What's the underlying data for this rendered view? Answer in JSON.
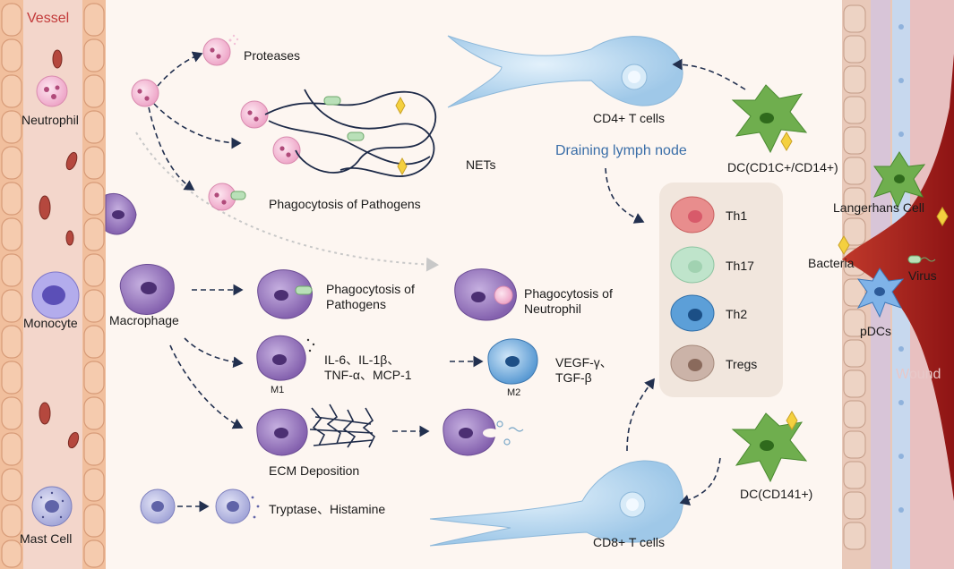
{
  "labels": {
    "vessel": "Vessel",
    "neutrophil": "Neutrophil",
    "monocyte": "Monocyte",
    "mast_cell": "Mast Cell",
    "proteases": "Proteases",
    "nets": "NETs",
    "phago_pathogens_top": "Phagocytosis of Pathogens",
    "macrophage": "Macrophage",
    "phago_pathogens_mac_1": "Phagocytosis of",
    "phago_pathogens_mac_2": "Pathogens",
    "phago_neutrophil_1": "Phagocytosis of",
    "phago_neutrophil_2": "Neutrophil",
    "m1_cytokines_1": "IL-6、IL-1β、",
    "m1_cytokines_2": "TNF-α、MCP-1",
    "m1": "M1",
    "m2": "M2",
    "m2_factors_1": "VEGF-γ、",
    "m2_factors_2": "TGF-β",
    "ecm": "ECM Deposition",
    "tryptase": "Tryptase、Histamine",
    "cd4": "CD4+ T cells",
    "draining": "Draining lymph node",
    "dc_top": "DC(CD1C+/CD14+)",
    "th1": "Th1",
    "th17": "Th17",
    "th2": "Th2",
    "tregs": "Tregs",
    "langerhans": "Langerhans Cell",
    "bacteria": "Bacteria",
    "virus": "Virus",
    "pdcs": "pDCs",
    "wound": "Wound",
    "dc_bottom": "DC(CD141+)",
    "cd8": "CD8+ T cells"
  },
  "colors": {
    "vessel_bg": "#f4d9cf",
    "endothelium": "#f2c7a8",
    "neutrophil": "#f6c6dc",
    "macrophage": "#8e6bb3",
    "monocyte": "#8d86d6",
    "mast_cell": "#aeb0dc",
    "t_cell": "#b9d8ee",
    "dc": "#6aa84f",
    "th1": "#e57373",
    "th17": "#a8d8b9",
    "th2": "#3f86c6",
    "tregs": "#b59a8c",
    "wound": "#9b1c1c",
    "arrow": "#22304f"
  }
}
